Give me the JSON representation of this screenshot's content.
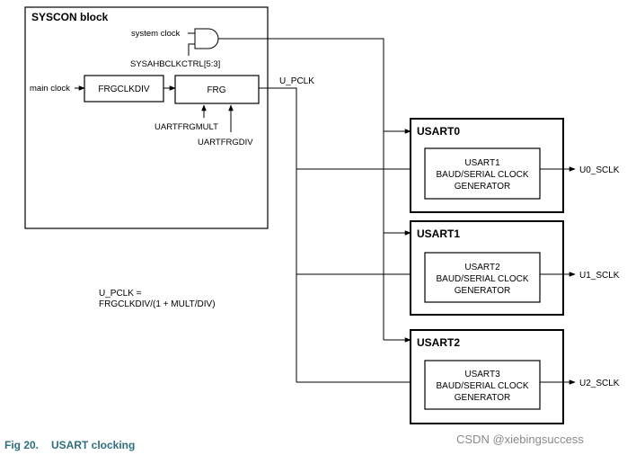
{
  "syscon": {
    "title": "SYSCON block",
    "system_clock": "system clock",
    "sysahbclkctrl": "SYSAHBCLKCTRL[5:3]",
    "main_clock": "main clock",
    "frgclkdiv": "FRGCLKDIV",
    "frg": "FRG",
    "uartfrgmult": "UARTFRGMULT",
    "uartfrgdiv": "UARTFRGDIV"
  },
  "u_pclk_label": "U_PCLK",
  "formula": {
    "line1": "U_PCLK =",
    "line2": "FRGCLKDIV/(1 + MULT/DIV)"
  },
  "usarts": [
    {
      "title": "USART0",
      "gen_line1": "USART1",
      "gen_line2": "BAUD/SERIAL CLOCK",
      "gen_line3": "GENERATOR",
      "output": "U0_SCLK"
    },
    {
      "title": "USART1",
      "gen_line1": "USART2",
      "gen_line2": "BAUD/SERIAL CLOCK",
      "gen_line3": "GENERATOR",
      "output": "U1_SCLK"
    },
    {
      "title": "USART2",
      "gen_line1": "USART3",
      "gen_line2": "BAUD/SERIAL CLOCK",
      "gen_line3": "GENERATOR",
      "output": "U2_SCLK"
    }
  ],
  "caption": {
    "fig_num": "Fig 20.",
    "fig_title": "USART clocking"
  },
  "watermark": "CSDN @xiebingsuccess"
}
